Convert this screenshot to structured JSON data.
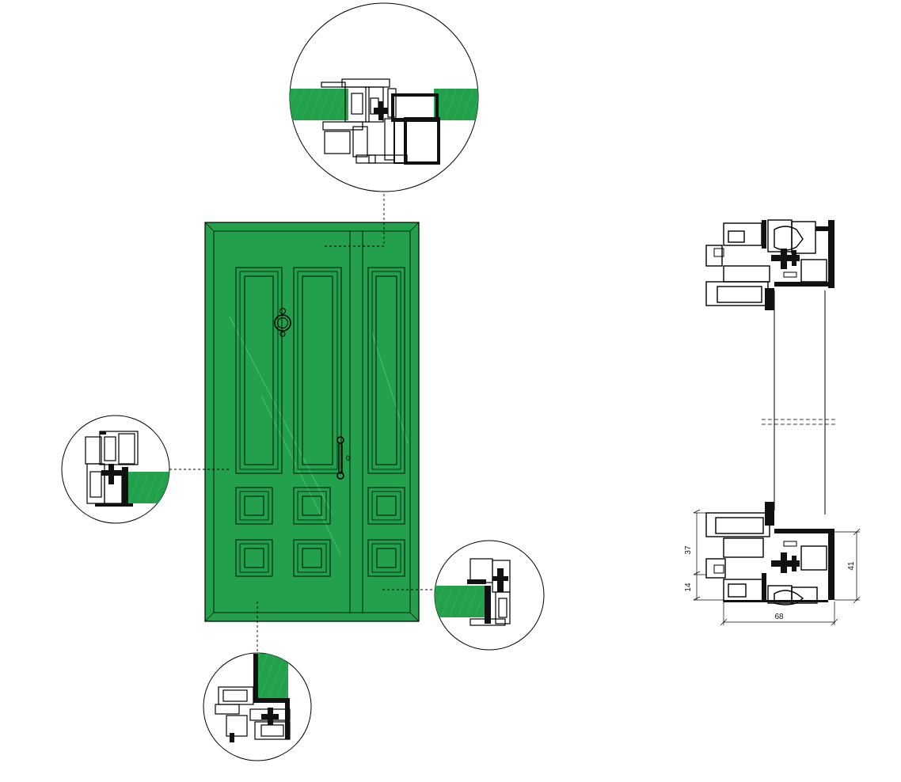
{
  "colors": {
    "door_green": "#22a04b",
    "door_green_dark": "#1c8a3f",
    "profile_black": "#111111",
    "line": "#000000",
    "background": "#ffffff"
  },
  "dimensions": {
    "height_upper": "37",
    "height_lower": "14",
    "height_total": "41",
    "width": "68"
  },
  "lock": {
    "keyhole_label": "0"
  }
}
